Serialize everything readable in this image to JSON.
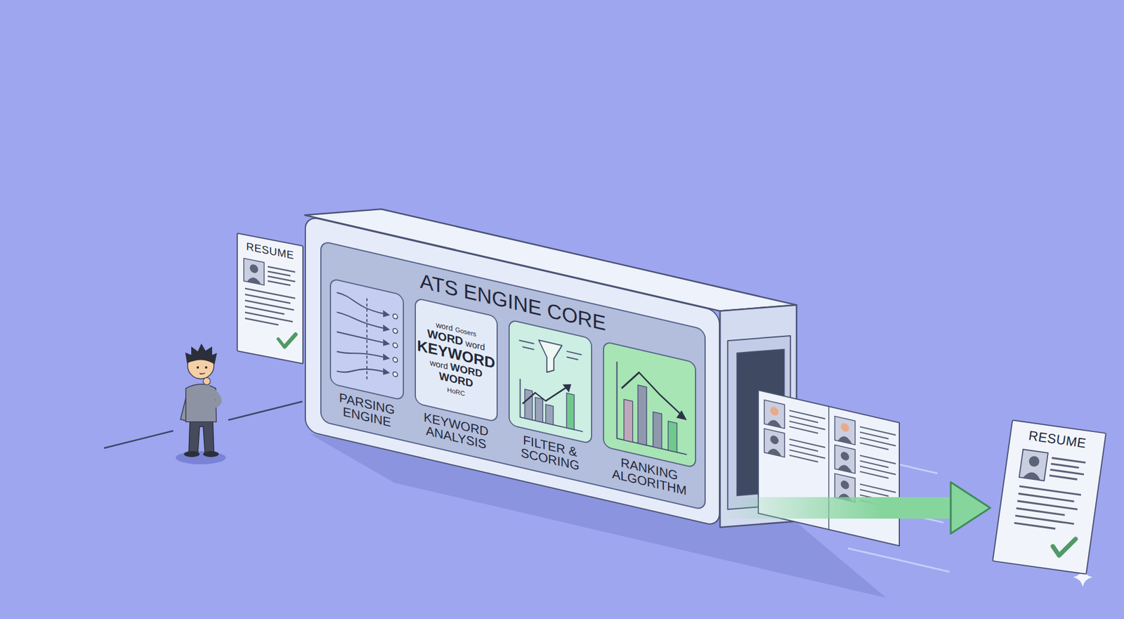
{
  "diagram": {
    "nodes": [
      {
        "text": [
          "RESUME"
        ]
      },
      {
        "text": [
          "ATS ENGINE CORE"
        ]
      },
      {
        "text": [
          "PARSING ENGINE"
        ],
        "in": 1
      },
      {
        "text": [
          "KEYWORD ANALYSIS"
        ],
        "in": 1
      },
      {
        "text": [
          "FILTER & SCORING"
        ],
        "in": 1
      },
      {
        "text": [
          "RANKING ALGORITHM"
        ],
        "in": 1
      },
      {
        "text": [
          "RESUME"
        ]
      }
    ],
    "edges": [
      {
        "from": 1,
        "to": 6,
        "arrow": "to"
      }
    ],
    "labels": [
      "word",
      "Gosers",
      "WORD",
      "word",
      "KEYWORD",
      "word",
      "WORD",
      "WORD",
      "HoRC"
    ]
  }
}
